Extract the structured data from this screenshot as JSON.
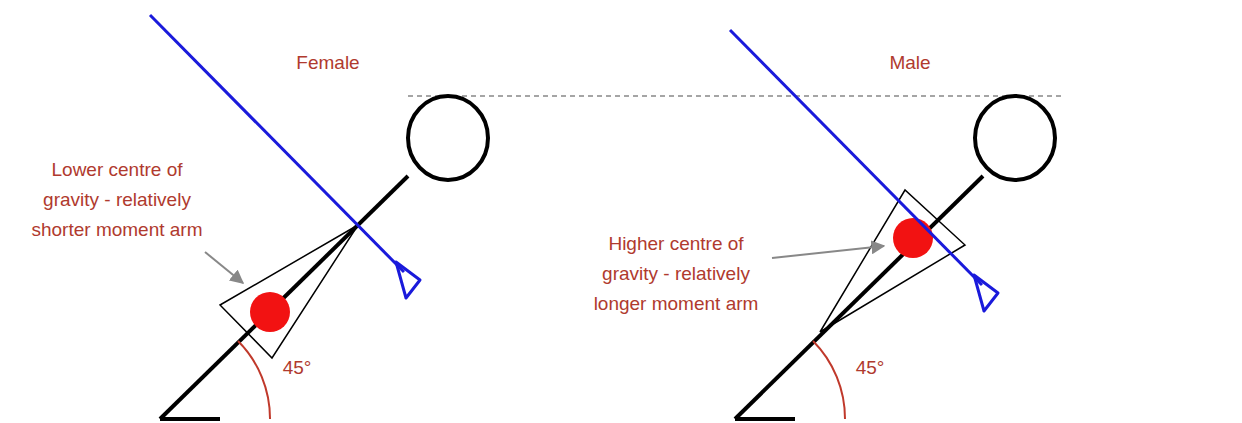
{
  "diagram": {
    "labels": [
      "Female",
      "Lower centre of gravity - relatively shorter moment arm",
      "45°",
      "Male",
      "Higher centre of gravity - relatively longer moment arm",
      "45°"
    ]
  }
}
